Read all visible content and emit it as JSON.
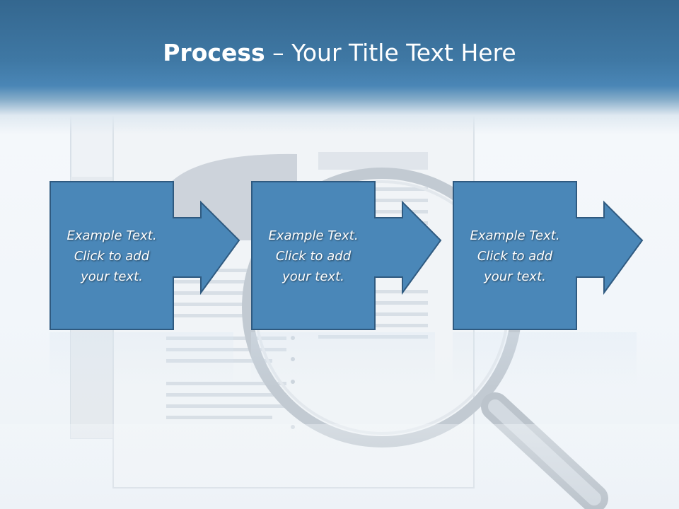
{
  "slide": {
    "title_bold": "Process",
    "title_rest": " – Your Title Text Here"
  },
  "colors": {
    "header": "#3f78a4",
    "box_fill": "#4a87b8",
    "box_stroke": "#2f5a80",
    "text": "#ffffff"
  },
  "steps": [
    {
      "line1": "Example Text.",
      "line2": "Click  to add",
      "line3": "your text."
    },
    {
      "line1": "Example Text.",
      "line2": "Click  to add",
      "line3": "your text."
    },
    {
      "line1": "Example Text.",
      "line2": "Click  to add",
      "line3": "your text."
    }
  ],
  "background_icons": [
    "document-icon",
    "magnifying-glass-icon"
  ]
}
